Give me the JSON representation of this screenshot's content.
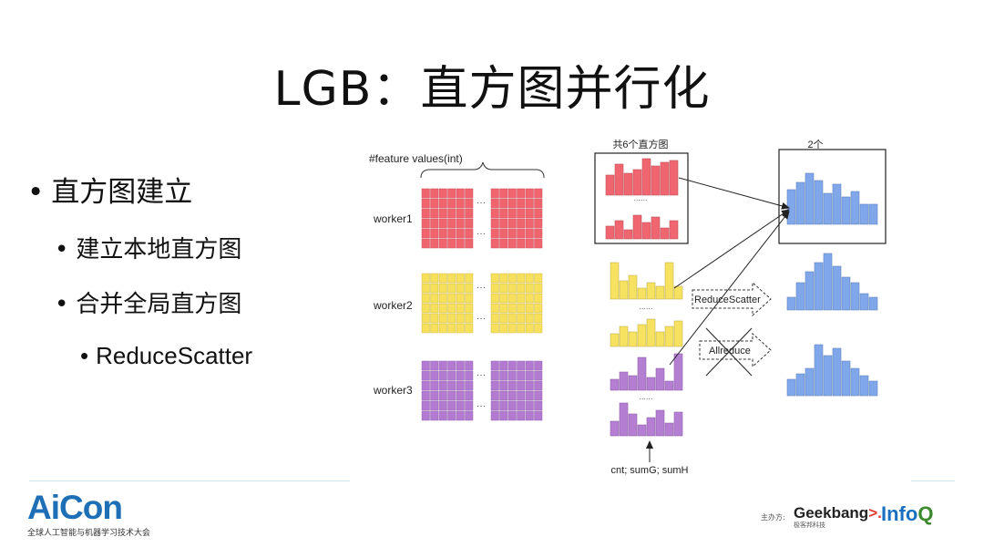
{
  "slide": {
    "title": "LGB：直方图并行化",
    "bullets": [
      {
        "level": 1,
        "text": "直方图建立"
      },
      {
        "level": 2,
        "text": "建立本地直方图"
      },
      {
        "level": 2,
        "text": "合并全局直方图"
      },
      {
        "level": 3,
        "text": "ReduceScatter"
      }
    ]
  },
  "diagram": {
    "feature_label": "#feature values(int)",
    "workers": [
      {
        "label": "worker1",
        "color": "#f0646e"
      },
      {
        "label": "worker2",
        "color": "#f6df5a"
      },
      {
        "label": "worker3",
        "color": "#b27ad0"
      }
    ],
    "left_box_label": "共6个直方图",
    "right_box_label": "2个",
    "reduce_scatter_label": "ReduceScatter",
    "allreduce_label": "Allreduce",
    "stats_label": "cnt; sumG; sumH",
    "ellipsis": "......",
    "grid_dots": "···",
    "colors": {
      "red": "#f06670",
      "yellow": "#f6e160",
      "purple": "#b47ed3",
      "blue": "#7fa7ea"
    }
  },
  "footer": {
    "logo": "AiCon",
    "logo_sub": "全球人工智能与机器学习技术大会",
    "sponsor_label": "主办方:",
    "geekbang": "Geekbang",
    "geekbang_mark": ">.",
    "geekbang_sub": "极客邦科技",
    "infoq": "Info",
    "infoq_q": "Q"
  }
}
